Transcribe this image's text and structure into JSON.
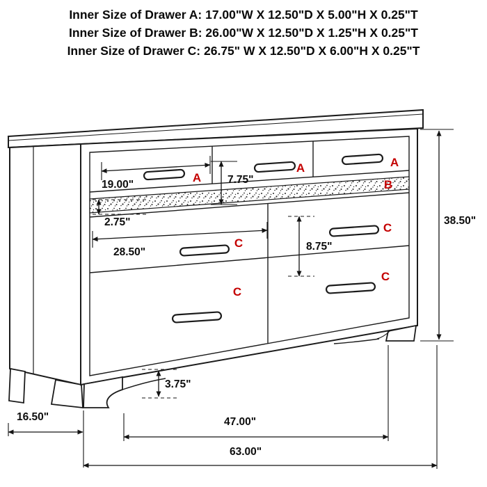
{
  "header": {
    "lines": [
      "Inner Size of Drawer A: 17.00\"W X 12.50\"D X 5.00\"H X 0.25\"T",
      "Inner Size of Drawer B: 26.00\"W X 12.50\"D X 1.25\"H X 0.25\"T",
      "Inner Size of Drawer C: 26.75\" W X 12.50\"D X 6.00\"H X 0.25\"T"
    ]
  },
  "drawers": {
    "a1": "A",
    "a2": "A",
    "a3": "A",
    "b": "B",
    "c_top_left": "C",
    "c_top_right": "C",
    "c_bottom_left": "C",
    "c_bottom_right": "C"
  },
  "dimensions": {
    "drawer_a_width": "19.00\"",
    "drawer_a_front_height": "7.75\"",
    "drawer_b_front_height": "2.75\"",
    "drawer_c_width": "28.50\"",
    "drawer_c_front_height": "8.75\"",
    "overall_height": "38.50\"",
    "foot_height": "3.75\"",
    "depth": "16.50\"",
    "inner_leg_span": "47.00\"",
    "overall_width": "63.00\""
  },
  "colors": {
    "label_red": "#c40000",
    "line": "#1b1b1b"
  }
}
